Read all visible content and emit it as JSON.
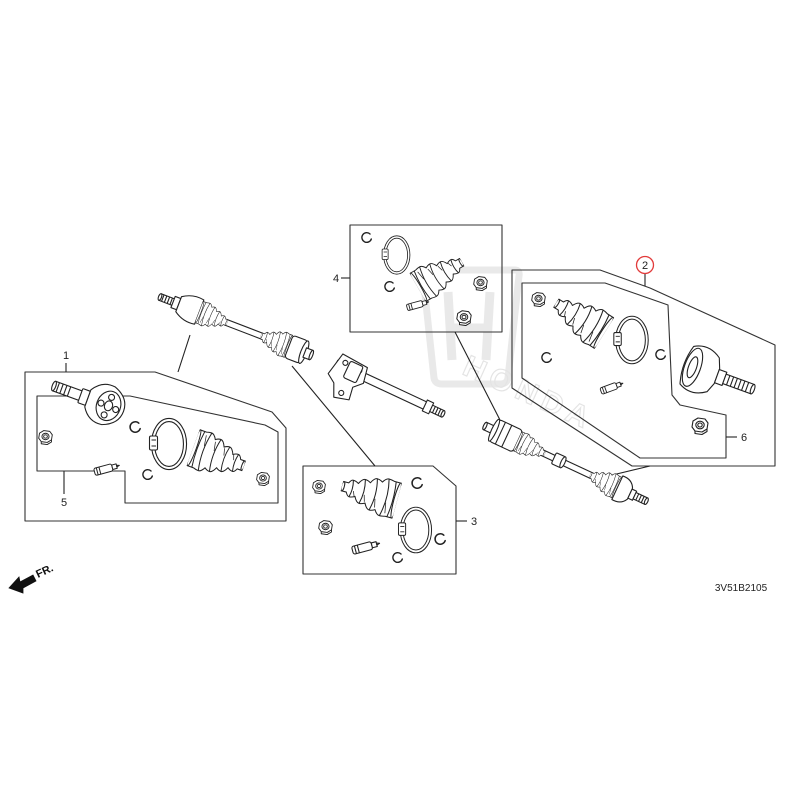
{
  "diagram": {
    "callouts": [
      {
        "label": "1"
      },
      {
        "label": "2",
        "highlighted": true
      },
      {
        "label": "3"
      },
      {
        "label": "4"
      },
      {
        "label": "5"
      },
      {
        "label": "6"
      }
    ],
    "direction_label": "FR.",
    "diagram_code": "3V51B2105",
    "watermark": "HONDA"
  },
  "icons": {
    "direction": "front-direction-arrow-icon",
    "callout_marker": "red-circle-icon"
  },
  "colors": {
    "line": "#222222",
    "highlight": "#e23b3b",
    "background": "#ffffff",
    "watermark": "#d8d8d8"
  }
}
